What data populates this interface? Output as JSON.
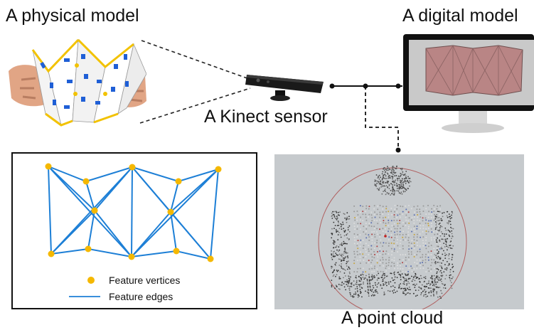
{
  "labels": {
    "physical_model": "A physical model",
    "digital_model": "A digital model",
    "kinect_sensor": "A Kinect sensor",
    "point_cloud": "A point cloud"
  },
  "legend": {
    "vertices": "Feature vertices",
    "edges": "Feature edges"
  },
  "colors": {
    "vertex": "#f5b800",
    "edge": "#1d7fd6",
    "digital_surface": "#b98585",
    "screen_bg": "#c9c9c9",
    "cloud_bg": "#c6cacd"
  },
  "icons": [
    "kinect-sensor-icon",
    "monitor-icon",
    "folded-paper-photo"
  ]
}
